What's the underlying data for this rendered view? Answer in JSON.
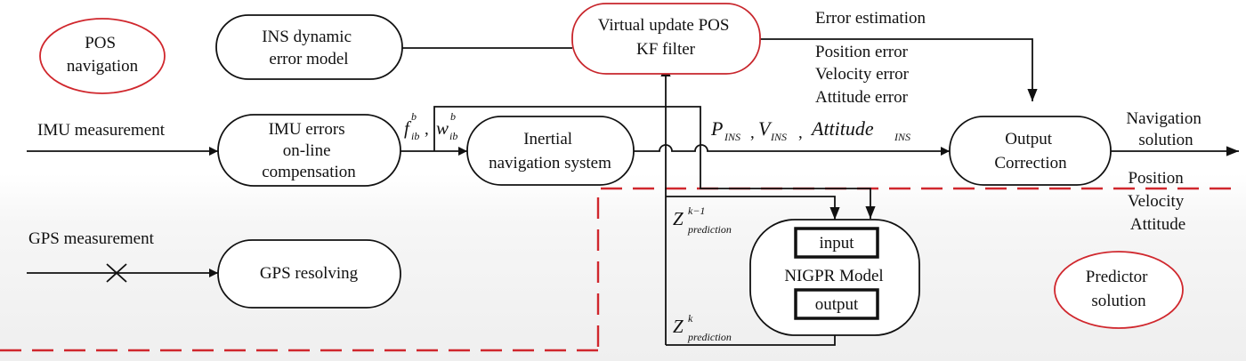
{
  "ellipses": {
    "pos": [
      "POS",
      "navigation"
    ],
    "predictor": [
      "Predictor",
      "solution"
    ]
  },
  "boxes": {
    "ins_model": [
      "INS dynamic",
      "error model"
    ],
    "virtual_update": [
      "Virtual update POS",
      "KF filter"
    ],
    "imu_comp": [
      "IMU errors",
      "on-line",
      "compensation"
    ],
    "inertial_nav": [
      "Inertial",
      "navigation system"
    ],
    "output_corr": [
      "Output",
      "Correction"
    ],
    "gps_resolving": "GPS resolving",
    "nigpr_model": "NIGPR Model",
    "nigpr_input": "input",
    "nigpr_output": "output"
  },
  "labels": {
    "imu_measurement": "IMU measurement",
    "gps_measurement": "GPS measurement",
    "error_estimation": "Error estimation",
    "errors": [
      "Position error",
      "Velocity error",
      "Attitude error"
    ],
    "navigation_solution": [
      "Navigation",
      "solution"
    ],
    "solution_items": [
      "Position",
      "Velocity",
      "Attitude"
    ]
  },
  "math": {
    "f_base": "f",
    "f_sub": "ib",
    "f_sup": "b",
    "sep": ",",
    "w_base": "w",
    "w_sub": "ib",
    "w_sup": "b",
    "p_base": "P",
    "p_sub": "INS",
    "v_base": "V",
    "v_sub": "INS",
    "att_base": "Attitude",
    "att_sub": "INS",
    "z_base": "Z",
    "z1_sup": "k−1",
    "z1_sub": "prediction",
    "z2_sup": "k",
    "z2_sub": "prediction"
  }
}
